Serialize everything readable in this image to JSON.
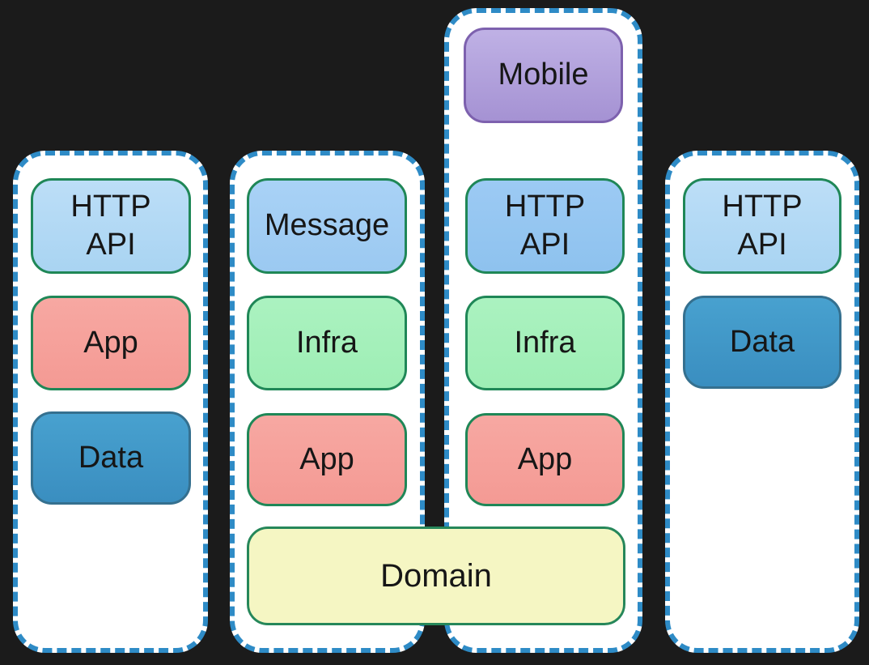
{
  "diagram": {
    "description": "Layered service architecture diagram with four dashed service boundaries",
    "background_color": "#1b1b1b",
    "boundary_border_color": "#2e8bc6",
    "boundary_fill_color": "#ffffff",
    "accent_border_green": "#1f8757"
  },
  "columns": [
    {
      "name": "service-boundary-1",
      "boxes": [
        {
          "label": "HTTP\nAPI",
          "type": "http-api",
          "fill": "#afd7f3"
        },
        {
          "label": "App",
          "type": "app",
          "fill": "#f5a09a"
        },
        {
          "label": "Data",
          "type": "data",
          "fill": "#4095c8"
        }
      ]
    },
    {
      "name": "service-boundary-2",
      "boxes": [
        {
          "label": "Message",
          "type": "message",
          "fill": "#a2cef4"
        },
        {
          "label": "Infra",
          "type": "infra",
          "fill": "#a5f0bb"
        },
        {
          "label": "App",
          "type": "app",
          "fill": "#f5a09a"
        }
      ]
    },
    {
      "name": "service-boundary-3",
      "boxes": [
        {
          "label": "Mobile",
          "type": "mobile",
          "fill": "#b2a2db"
        },
        {
          "label": "HTTP\nAPI",
          "type": "http-api",
          "fill": "#93c6f1"
        },
        {
          "label": "Infra",
          "type": "infra",
          "fill": "#a5f0bb"
        },
        {
          "label": "App",
          "type": "app",
          "fill": "#f5a09a"
        }
      ]
    },
    {
      "name": "service-boundary-4",
      "boxes": [
        {
          "label": "HTTP\nAPI",
          "type": "http-api",
          "fill": "#b8dcf5"
        },
        {
          "label": "Data",
          "type": "data",
          "fill": "#4095c8"
        }
      ]
    }
  ],
  "shared": {
    "label": "Domain",
    "type": "domain",
    "fill": "#f5f6c3",
    "spans": "service-boundary-2 and service-boundary-3"
  }
}
